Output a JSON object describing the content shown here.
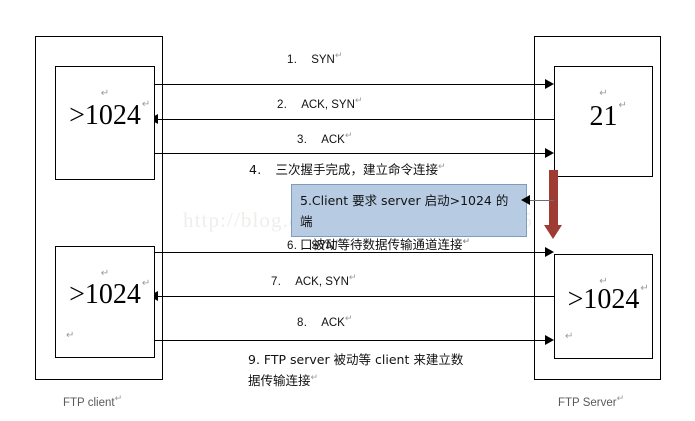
{
  "diagram": {
    "title_watermark": "http://blog.csdn.net/zhangyuan12805",
    "colors": {
      "callout_fill": "#b7cbe3",
      "callout_border": "#7e9cbf",
      "transition_arrow": "#9e3b33",
      "line": "#000000"
    }
  },
  "hosts": {
    "client": {
      "caption": "FTP client",
      "caption_cr": "↵",
      "command_port": {
        "label": ">1024",
        "cr_top": "↵",
        "cr_tail": "↵"
      },
      "data_port": {
        "label": ">1024",
        "cr_top": "↵",
        "cr_tail": "↵",
        "cr_bottom": "↵"
      }
    },
    "server": {
      "caption": "FTP Server",
      "caption_cr": "↵",
      "command_port": {
        "label": "21",
        "cr_top": "↵",
        "cr_tail": "↵"
      },
      "data_port": {
        "label": ">1024",
        "cr_top": "↵",
        "cr_tail": "↵",
        "cr_bottom": "↵"
      }
    }
  },
  "messages": [
    {
      "num": "1.",
      "text": "SYN",
      "cr": "↵",
      "direction": "client-to-server"
    },
    {
      "num": "2.",
      "text": "ACK, SYN",
      "cr": "↵",
      "direction": "server-to-client"
    },
    {
      "num": "3.",
      "text": "ACK",
      "cr": "↵",
      "direction": "client-to-server"
    },
    {
      "num": "4.",
      "text": "三次握手完成，建立命令连接",
      "cr": "↵",
      "direction": "note"
    },
    {
      "num": "6.",
      "text": "SYN",
      "cr": "↵",
      "direction": "client-to-server"
    },
    {
      "num": "7.",
      "text": "ACK, SYN",
      "cr": "↵",
      "direction": "server-to-client"
    },
    {
      "num": "8.",
      "text": "ACK",
      "cr": "↵",
      "direction": "client-to-server"
    }
  ],
  "callout": {
    "line1": "5.Client 要求 server 启动>1024 的端",
    "line2": "口被动等待数据传输通道连接",
    "cr": "↵"
  },
  "note_step9": {
    "line1": "9. FTP server 被动等 client 来建立数",
    "line2": "据传输连接",
    "cr": "↵"
  }
}
